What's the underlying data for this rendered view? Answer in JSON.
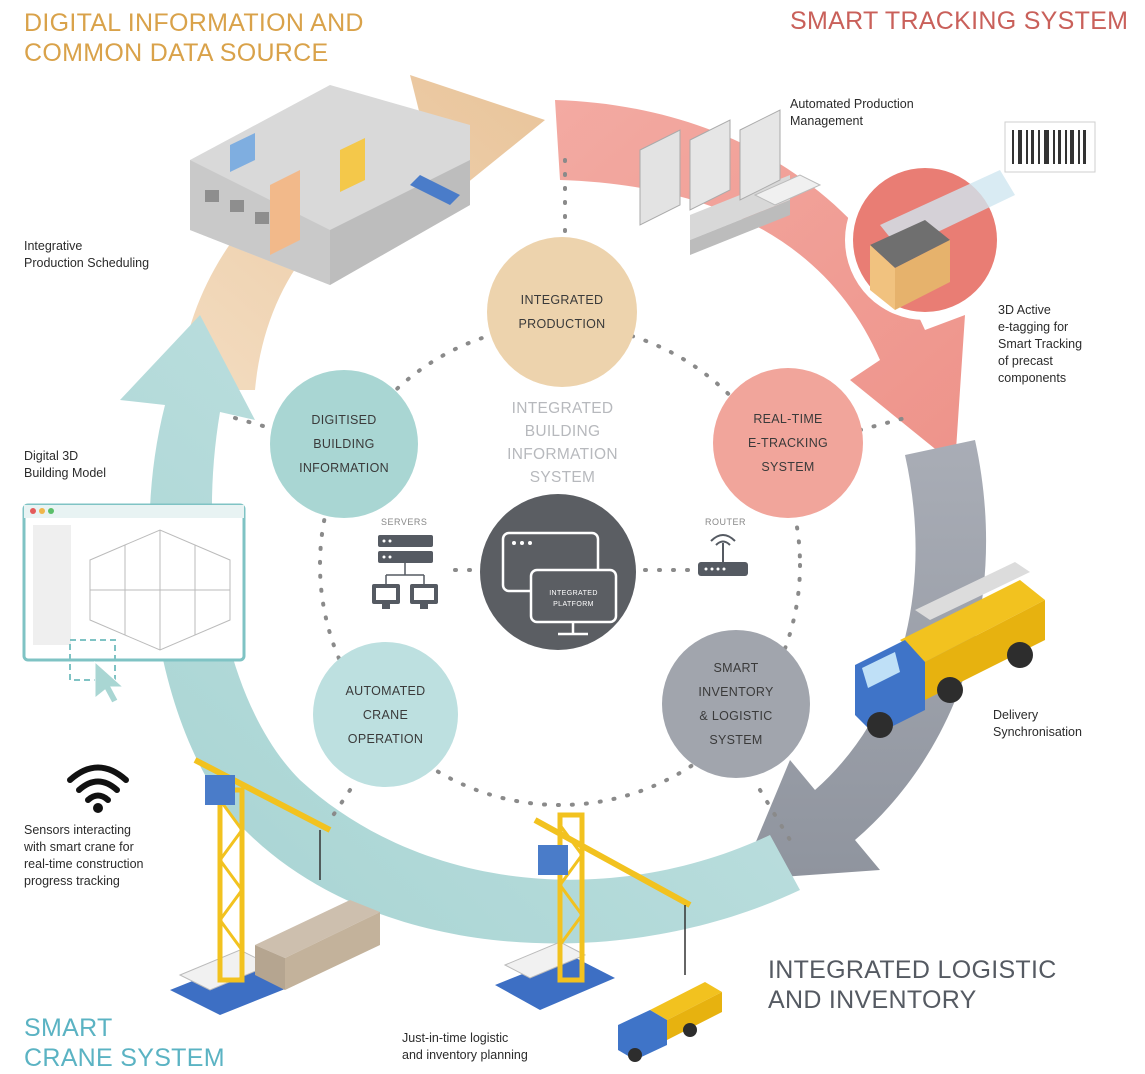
{
  "corners": {
    "top_left": "DIGITAL INFORMATION AND\nCOMMON DATA SOURCE",
    "top_right": "SMART TRACKING SYSTEM",
    "bottom_right": "INTEGRATED LOGISTIC\nAND INVENTORY",
    "bottom_left": "SMART\nCRANE SYSTEM"
  },
  "captions": {
    "production_management": "Automated Production\nManagement",
    "production_scheduling": "Integrative\nProduction Scheduling",
    "e_tagging": "3D Active\ne-tagging for\nSmart Tracking\nof precast\ncomponents",
    "building_model": "Digital 3D\nBuilding Model",
    "delivery": "Delivery\nSynchronisation",
    "sensors": "Sensors interacting\nwith smart crane for\nreal-time construction\nprogress tracking",
    "just_in_time": "Just-in-time logistic\nand inventory planning"
  },
  "nodes": {
    "production": "INTEGRATED\nPRODUCTION",
    "tracking": "REAL-TIME\nE-TRACKING\nSYSTEM",
    "inventory": "SMART\nINVENTORY\n& LOGISTIC\nSYSTEM",
    "crane": "AUTOMATED\nCRANE\nOPERATION",
    "digitised": "DIGITISED\nBUILDING\nINFORMATION"
  },
  "center": {
    "title": "INTEGRATED\nBUILDING\nINFORMATION\nSYSTEM",
    "servers": "SERVERS",
    "router": "ROUTER",
    "platform": "INTEGRATED\nPLATFORM"
  },
  "colors": {
    "tan": "#e9c99a",
    "pink": "#f0a49a",
    "grey": "#9ba0ab",
    "teal": "#a9d6d3",
    "tan_text": "#d9a24a",
    "pink_text": "#c9605a",
    "teal_text": "#5bb3c3",
    "dark_text": "#555a62"
  }
}
